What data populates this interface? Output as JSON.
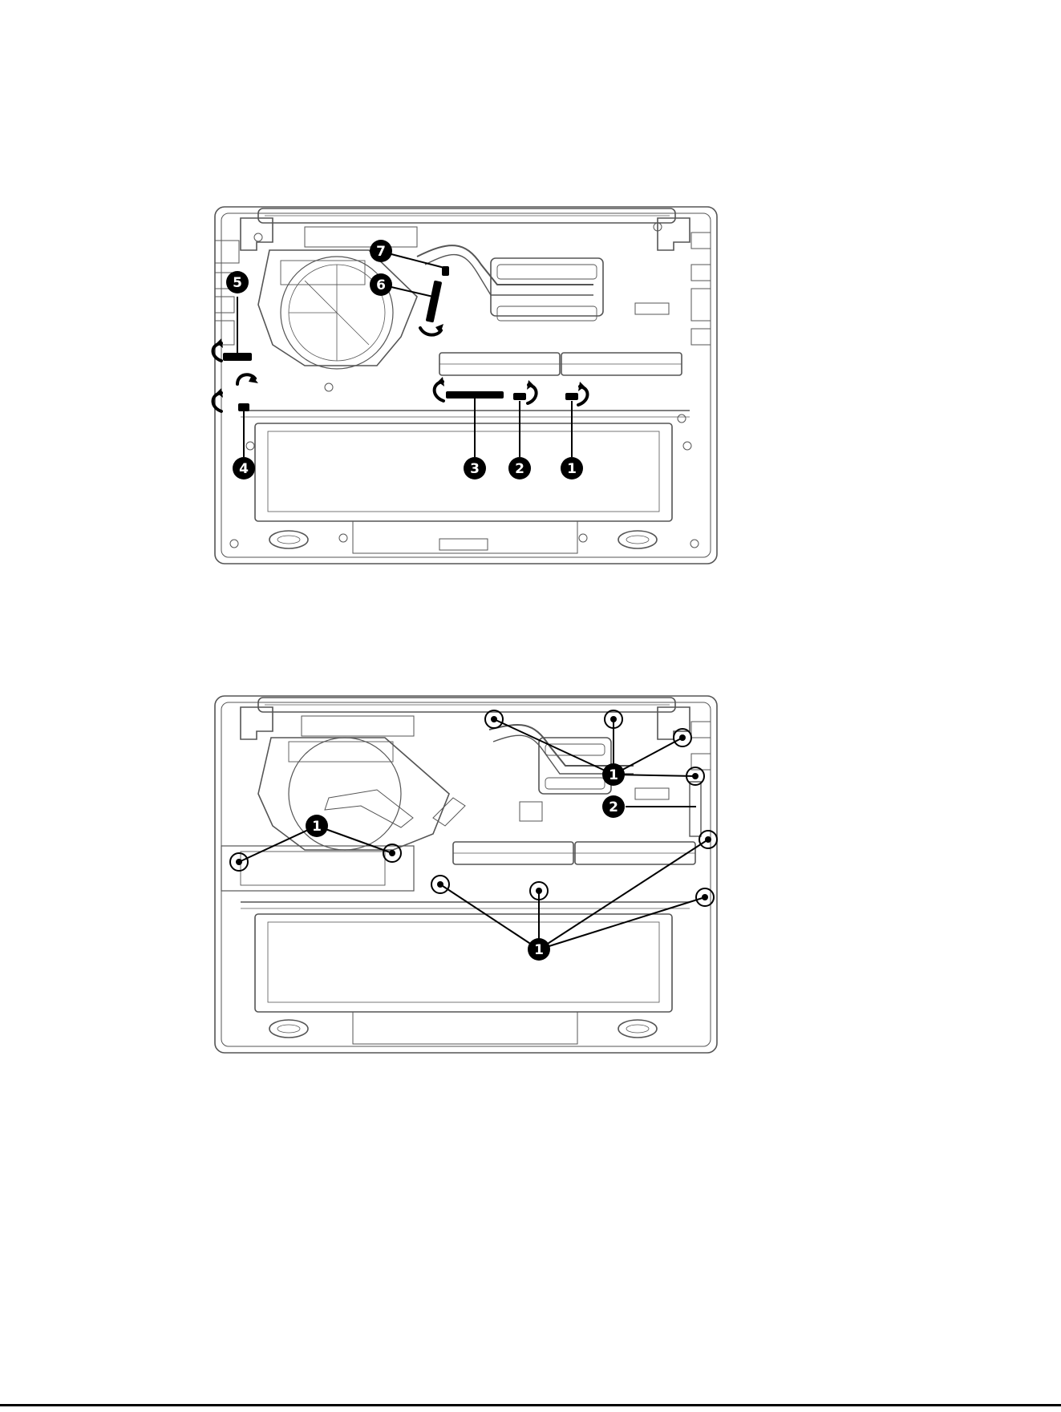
{
  "figure_top": {
    "callouts": [
      {
        "label": "1"
      },
      {
        "label": "2"
      },
      {
        "label": "3"
      },
      {
        "label": "4"
      },
      {
        "label": "5"
      },
      {
        "label": "6"
      },
      {
        "label": "7"
      }
    ]
  },
  "figure_bottom": {
    "callouts": [
      {
        "label": "1"
      },
      {
        "label": "2"
      },
      {
        "label": "1"
      },
      {
        "label": "1"
      }
    ]
  },
  "colors": {
    "line": "#000000",
    "outline": "#555555",
    "background": "#ffffff"
  }
}
